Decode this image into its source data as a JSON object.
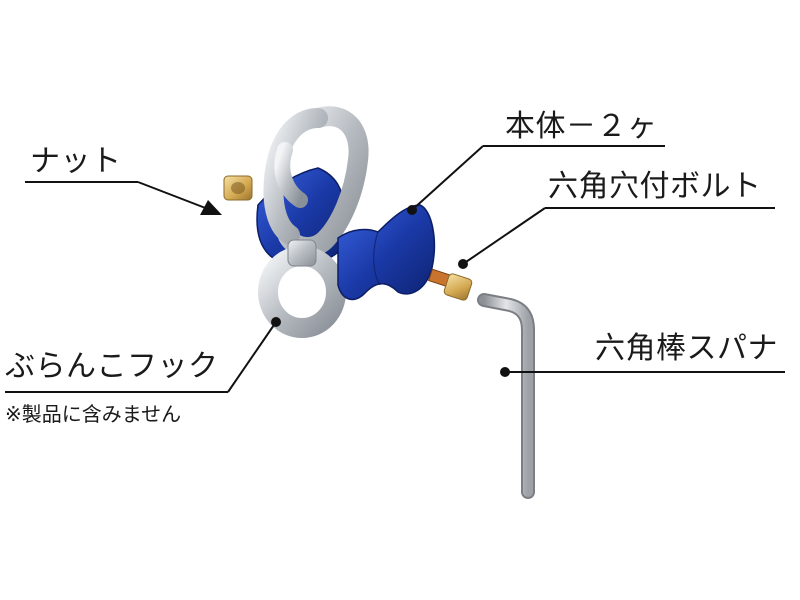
{
  "labels": {
    "nut": "ナット",
    "body": "本体－２ヶ",
    "bolt": "六角穴付ボルト",
    "wrench": "六角棒スパナ",
    "hook": "ぶらんこフック",
    "note": "※製品に含みません"
  },
  "colors": {
    "body_blue": "#1e40b8",
    "hook_gray": "#bfc3c7",
    "nut_gold": "#d9b25a",
    "wrench_gray": "#a9acb0",
    "leader": "#111111"
  }
}
